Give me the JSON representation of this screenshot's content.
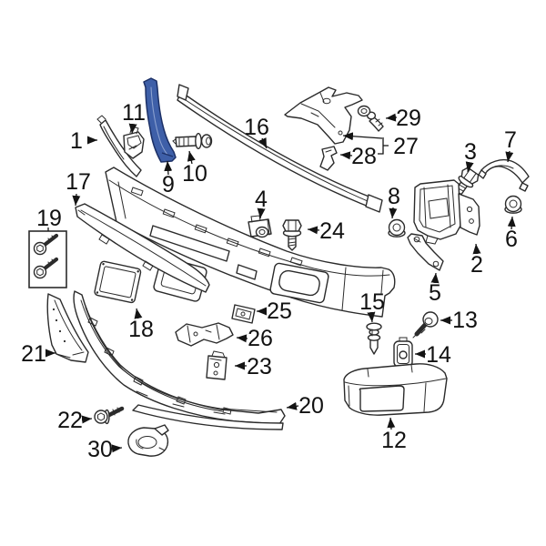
{
  "diagram": {
    "kind": "exploded-parts-diagram",
    "background_color": "#ffffff",
    "line_color": "#2b2b2b",
    "text_color": "#111111",
    "highlighted_part": "9",
    "highlight_fill_color": "#3e5fa8",
    "highlight_edge_color": "#1c3066",
    "callouts": [
      {
        "part": "1"
      },
      {
        "part": "2"
      },
      {
        "part": "3"
      },
      {
        "part": "4"
      },
      {
        "part": "5"
      },
      {
        "part": "6"
      },
      {
        "part": "7"
      },
      {
        "part": "8"
      },
      {
        "part": "9"
      },
      {
        "part": "10"
      },
      {
        "part": "11"
      },
      {
        "part": "12"
      },
      {
        "part": "13"
      },
      {
        "part": "14"
      },
      {
        "part": "15"
      },
      {
        "part": "16"
      },
      {
        "part": "17"
      },
      {
        "part": "18"
      },
      {
        "part": "19"
      },
      {
        "part": "20"
      },
      {
        "part": "21"
      },
      {
        "part": "22"
      },
      {
        "part": "23"
      },
      {
        "part": "24"
      },
      {
        "part": "25"
      },
      {
        "part": "26"
      },
      {
        "part": "27"
      },
      {
        "part": "28"
      },
      {
        "part": "29"
      },
      {
        "part": "30"
      }
    ]
  }
}
